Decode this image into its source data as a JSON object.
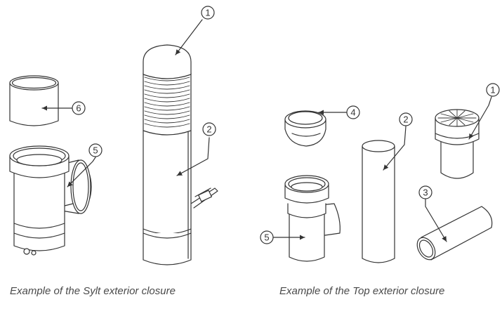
{
  "figure": {
    "left_caption": "Example of the Sylt exterior closure",
    "right_caption": "Example of the Top exterior closure",
    "callouts_left": [
      "1",
      "2",
      "5",
      "6"
    ],
    "callouts_right": [
      "1",
      "2",
      "3",
      "4",
      "5"
    ],
    "line_color": "#333333",
    "fill_color": "#ffffff"
  }
}
